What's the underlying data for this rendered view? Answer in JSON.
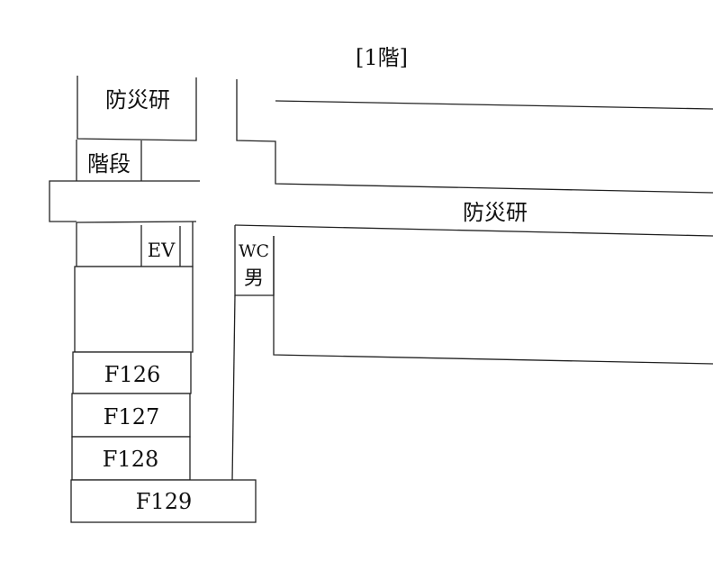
{
  "floor_title": "[1階]",
  "labels": {
    "bousai_top": "防災研",
    "stairs": "階段",
    "corridor": "防災研",
    "ev": "EV",
    "wc_line1": "WC",
    "wc_line2": "男",
    "f126": "F126",
    "f127": "F127",
    "f128": "F128",
    "f129": "F129"
  },
  "colors": {
    "line": "#222222",
    "background": "#ffffff"
  }
}
